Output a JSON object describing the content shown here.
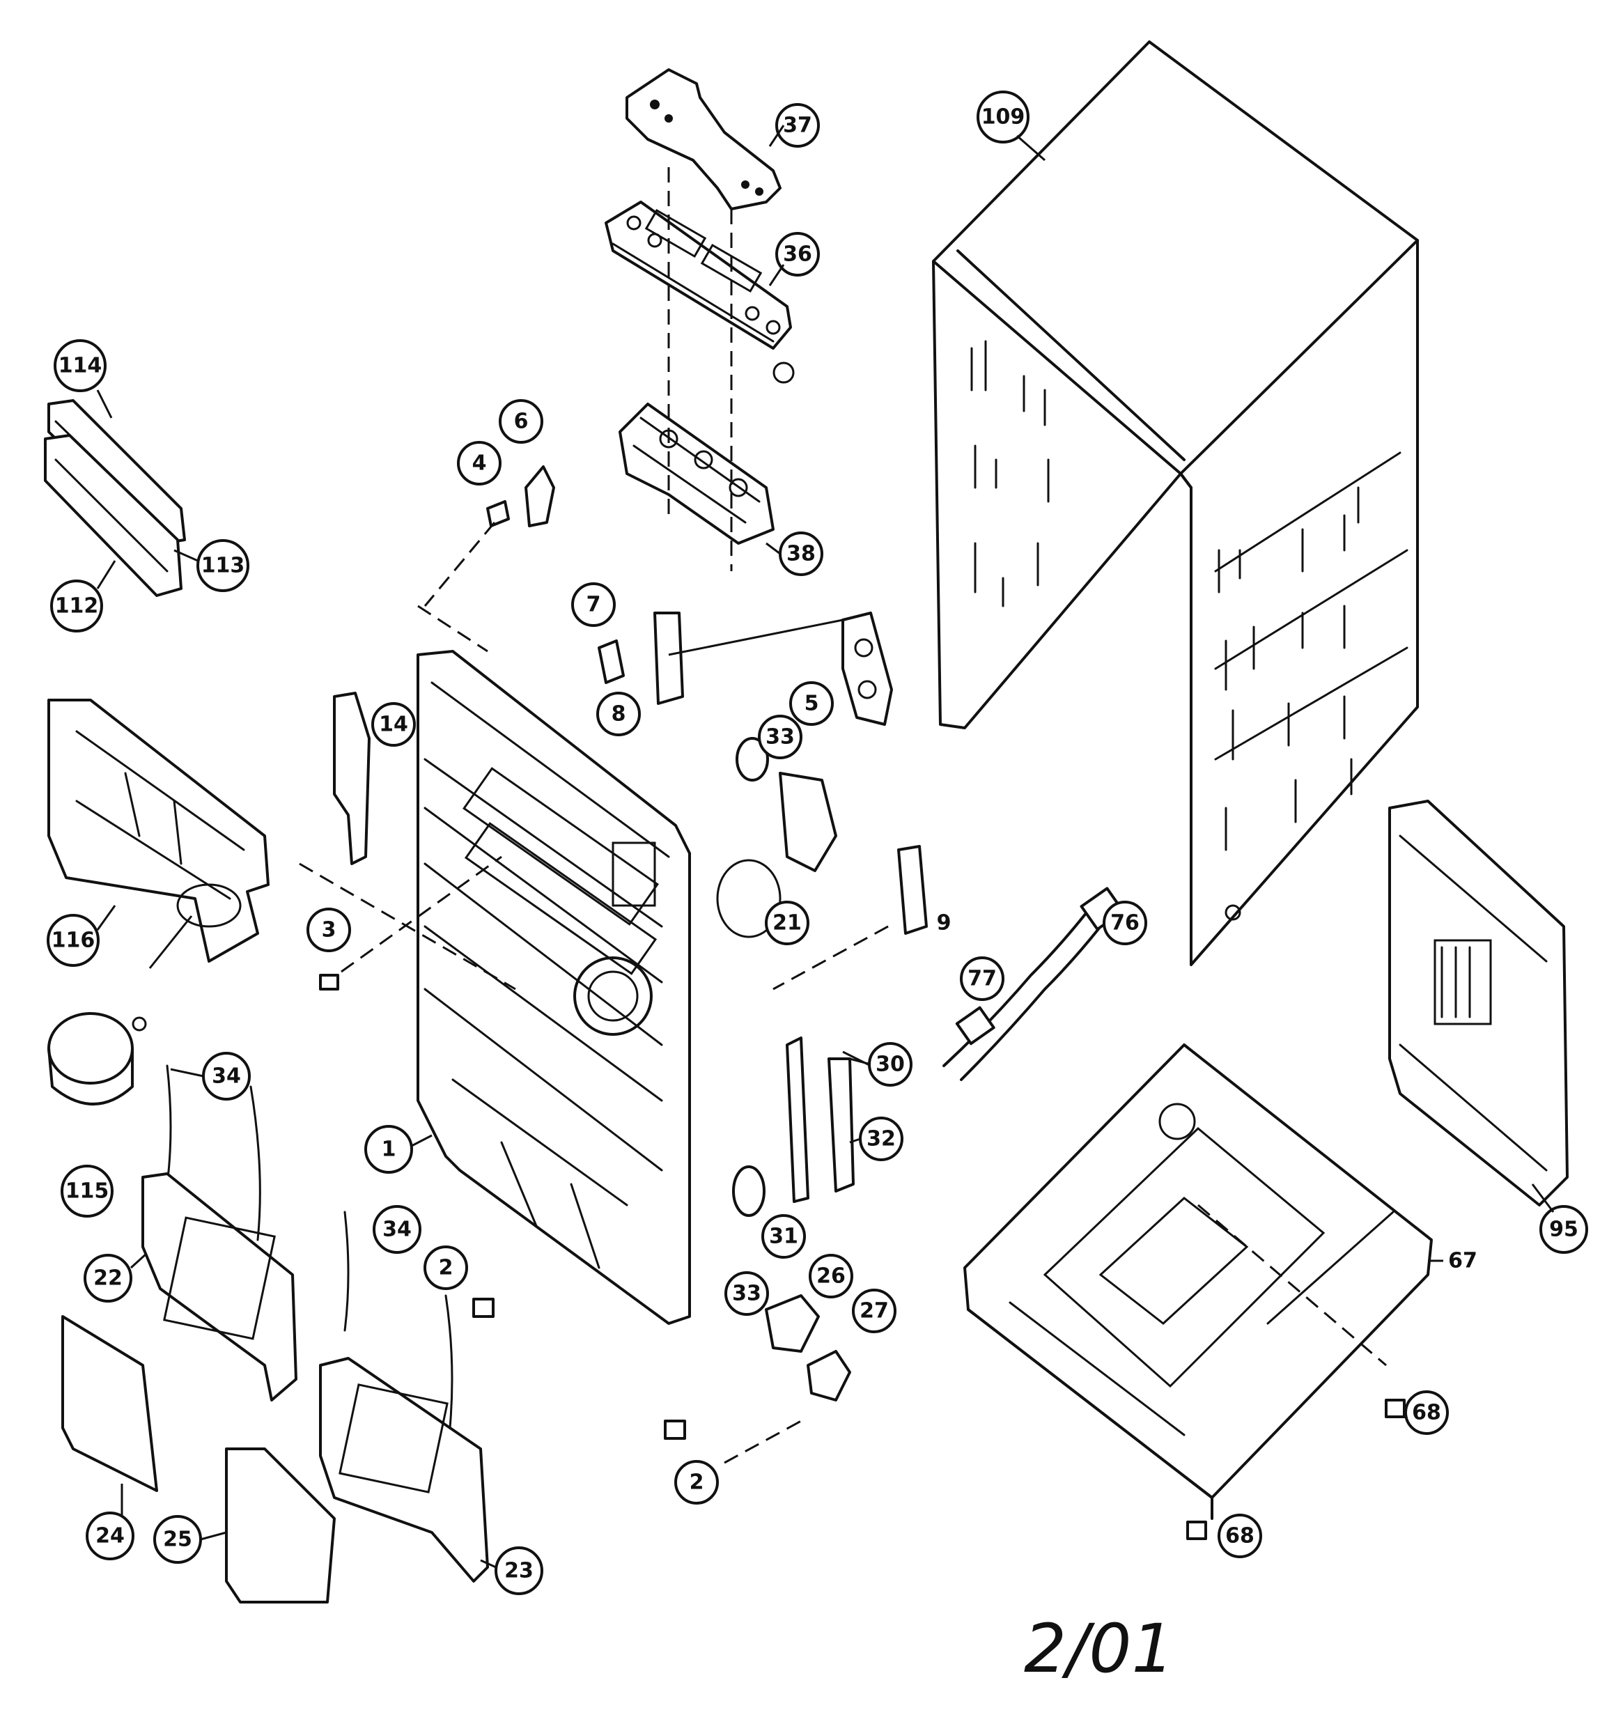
{
  "diagram": {
    "footer": "2/01",
    "callouts": {
      "c114": "114",
      "c113": "113",
      "c112": "112",
      "c116": "116",
      "c115": "115",
      "c34a": "34",
      "c34b": "34",
      "c22": "22",
      "c24": "24",
      "c25": "25",
      "c23": "23",
      "c1": "1",
      "c2a": "2",
      "c2b": "2",
      "c3": "3",
      "c4": "4",
      "c6": "6",
      "c7": "7",
      "c8": "8",
      "c14": "14",
      "c5": "5",
      "c33a": "33",
      "c33b": "33",
      "c21": "21",
      "c9": "9",
      "c30": "30",
      "c32": "32",
      "c31": "31",
      "c26": "26",
      "c27": "27",
      "c37": "37",
      "c36": "36",
      "c38": "38",
      "c109": "109",
      "c76": "76",
      "c77": "77",
      "c95": "95",
      "c67": "67",
      "c68a": "68",
      "c68b": "68"
    }
  }
}
